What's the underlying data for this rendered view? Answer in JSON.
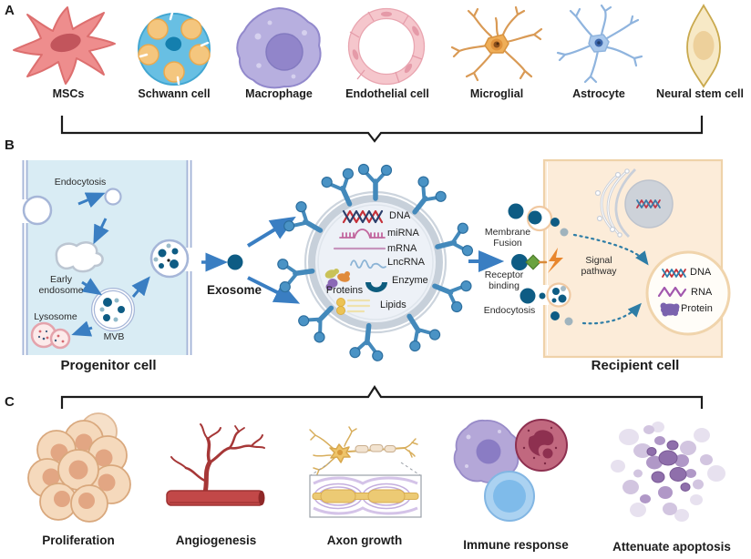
{
  "figure": {
    "panel_a_label": "A",
    "panel_b_label": "B",
    "panel_c_label": "C"
  },
  "panel_a": {
    "cells": [
      {
        "label": "MSCs",
        "icon": "msc-cell-icon"
      },
      {
        "label": "Schwann cell",
        "icon": "schwann-cell-icon"
      },
      {
        "label": "Macrophage",
        "icon": "macrophage-cell-icon"
      },
      {
        "label": "Endothelial cell",
        "icon": "endothelial-cell-icon"
      },
      {
        "label": "Microglial",
        "icon": "microglial-cell-icon"
      },
      {
        "label": "Astrocyte",
        "icon": "astrocyte-cell-icon"
      },
      {
        "label": "Neural stem cell",
        "icon": "neural-stem-cell-icon"
      }
    ]
  },
  "panel_b": {
    "progenitor": {
      "title": "Progenitor cell",
      "endocytosis": "Endocytosis",
      "early_endosome": "Early\nendosome",
      "lysosome": "Lysosome",
      "mvb": "MVB"
    },
    "exosome_label": "Exosome",
    "exosome_cargo": {
      "dna": "DNA",
      "mirna": "miRNA",
      "mrna": "mRNA",
      "lncrna": "LncRNA",
      "proteins": "Proteins",
      "enzyme": "Enzyme",
      "lipids": "Lipids"
    },
    "recipient": {
      "title": "Recipient cell",
      "membrane_fusion": "Membrane\nFusion",
      "receptor_binding": "Receptor\nbinding",
      "endocytosis": "Endocytosis",
      "signal_pathway": "Signal\npathway",
      "inset": {
        "dna": "DNA",
        "rna": "RNA",
        "protein": "Protein"
      }
    }
  },
  "panel_c": {
    "outcomes": [
      {
        "label": "Proliferation",
        "icon": "proliferation-icon"
      },
      {
        "label": "Angiogenesis",
        "icon": "angiogenesis-icon"
      },
      {
        "label": "Axon growth",
        "icon": "axon-growth-icon"
      },
      {
        "label": "Immune response",
        "icon": "immune-response-icon"
      },
      {
        "label": "Attenuate apoptosis",
        "icon": "attenuate-apoptosis-icon"
      }
    ]
  },
  "colors": {
    "arrow_blue": "#3a7ec2",
    "exosome_dark_teal": "#0e5c84",
    "progenitor_cytoplasm": "#d9ecf4",
    "membrane_blue": "#a6b6d8",
    "recipient_cytoplasm": "#fcecd9",
    "recipient_membrane": "#f0c9a2",
    "signal_dashed": "#2e7da6",
    "bracket": "#1b1b1b"
  }
}
